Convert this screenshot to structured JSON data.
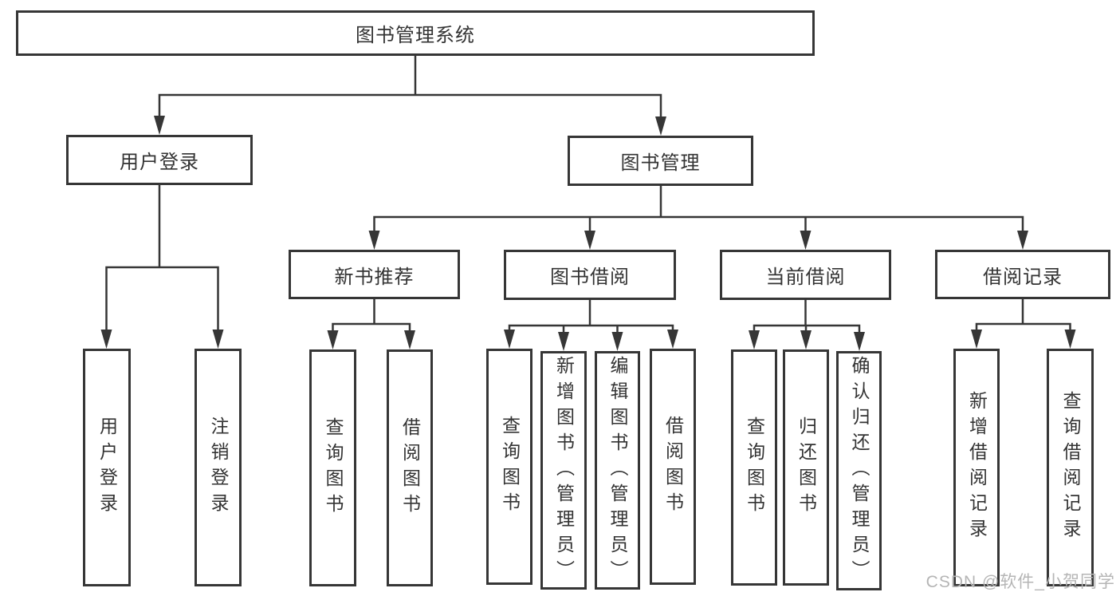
{
  "diagram": {
    "root": {
      "label": "图书管理系统"
    },
    "level2": [
      {
        "label": "用户登录"
      },
      {
        "label": "图书管理"
      }
    ],
    "level3": [
      {
        "label": "新书推荐"
      },
      {
        "label": "图书借阅"
      },
      {
        "label": "当前借阅"
      },
      {
        "label": "借阅记录"
      }
    ],
    "leaves": {
      "user_login": [
        {
          "label": "用户登录"
        },
        {
          "label": "注销登录"
        }
      ],
      "new_book": [
        {
          "label": "查询图书"
        },
        {
          "label": "借阅图书"
        }
      ],
      "book_borrow": [
        {
          "label": "查询图书"
        },
        {
          "label": "新增图书（管理员）"
        },
        {
          "label": "编辑图书（管理员）"
        },
        {
          "label": "借阅图书"
        }
      ],
      "current_borrow": [
        {
          "label": "查询图书"
        },
        {
          "label": "归还图书"
        },
        {
          "label": "确认归还（管理员）"
        }
      ],
      "borrow_records": [
        {
          "label": "新增借阅记录"
        },
        {
          "label": "查询借阅记录"
        }
      ]
    }
  },
  "watermark": {
    "text": "CSDN @软件_小贺同学"
  },
  "colors": {
    "line": "#363636",
    "text": "#333333",
    "box_background": "#ffffff",
    "watermark": "#b5b5b5",
    "page_background": "#ffffff"
  }
}
